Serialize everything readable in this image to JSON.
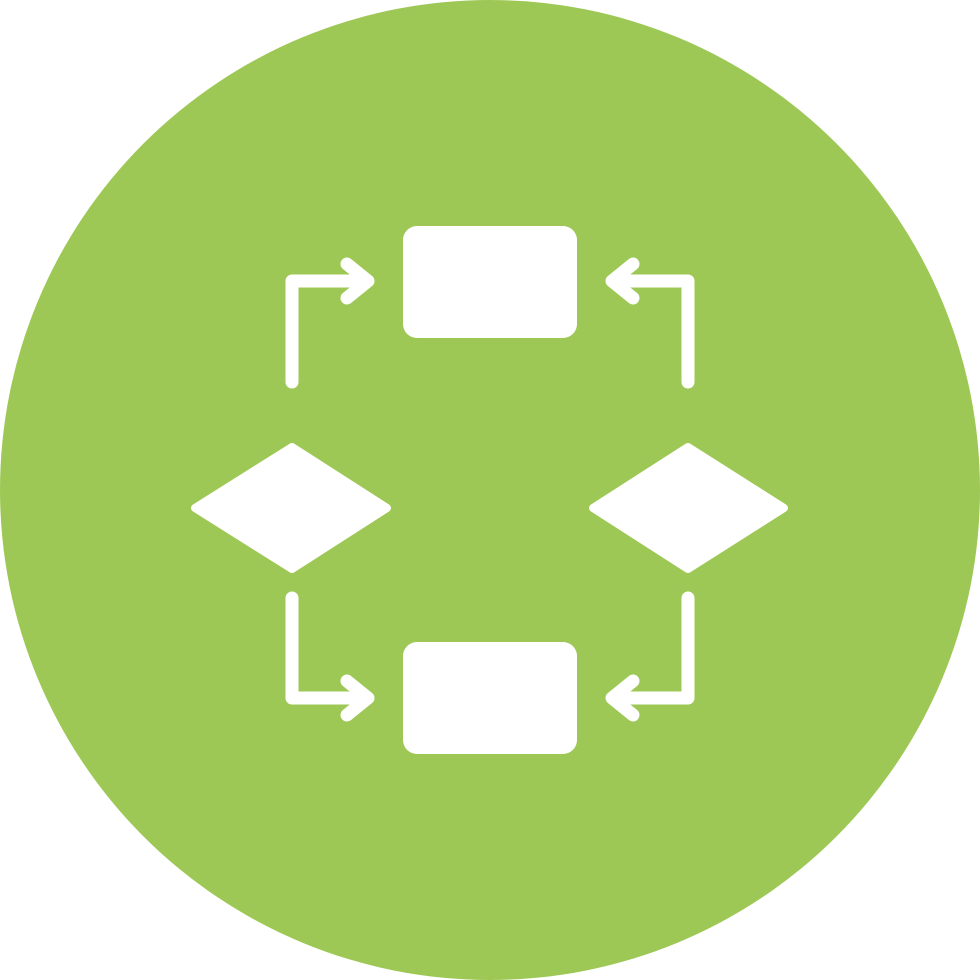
{
  "icon": {
    "name": "flowchart-icon",
    "colors": {
      "background": "#9ec855",
      "foreground": "#ffffff"
    },
    "nodes": [
      {
        "id": "process-top",
        "shape": "rectangle"
      },
      {
        "id": "process-bottom",
        "shape": "rectangle"
      },
      {
        "id": "decision-left",
        "shape": "diamond"
      },
      {
        "id": "decision-right",
        "shape": "diamond"
      }
    ],
    "connectors": [
      {
        "from": "decision-left",
        "to": "process-top"
      },
      {
        "from": "decision-right",
        "to": "process-top"
      },
      {
        "from": "decision-left",
        "to": "process-bottom"
      },
      {
        "from": "decision-right",
        "to": "process-bottom"
      }
    ]
  }
}
